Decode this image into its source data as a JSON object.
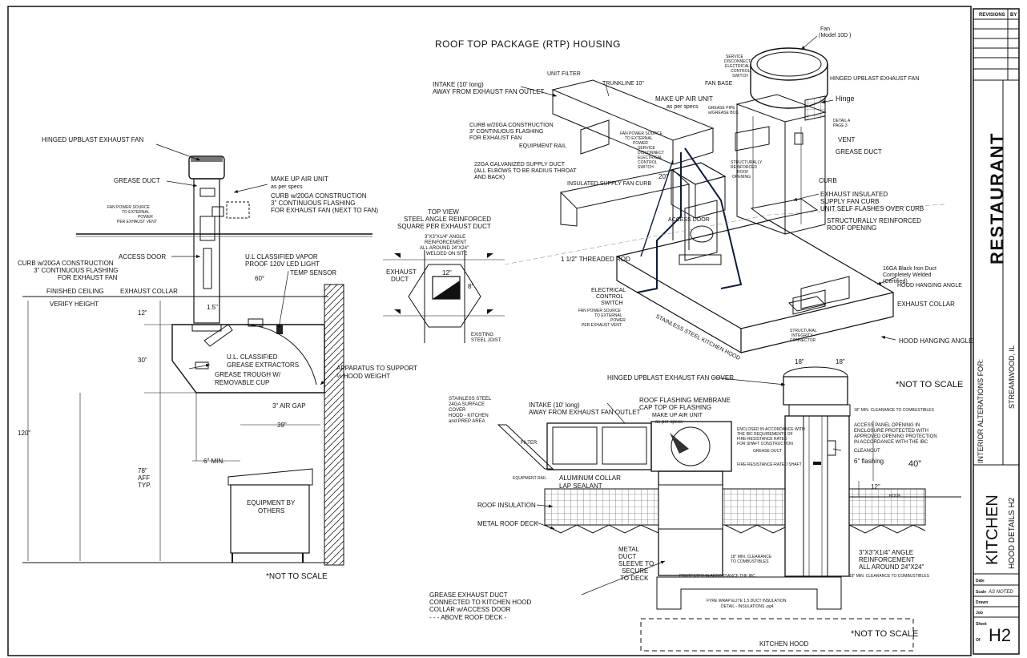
{
  "title_block": {
    "revisions_label": "REVISIONS",
    "by_label": "BY",
    "project_name": "RESTAURANT",
    "project_subtitle": "INTERIOR ALTERATIONS FOR:",
    "location": "STREAMWOOD, IL",
    "sheet_title": "KITCHEN",
    "sheet_subtitle": "HOOD DETAILS H2",
    "date_label": "Date",
    "scale_label": "Scale",
    "scale_value": "AS NOTED",
    "drawn_label": "Drawn",
    "job_label": "Job",
    "sheet_label": "Sheet",
    "of_label": "Of",
    "sheet_number": "H2"
  },
  "left_section": {
    "fan_label": "HINGED UPBLAST EXHAUST FAN",
    "grease_duct": "GREASE DUCT",
    "makeup_air": "MAKE UP AIR UNIT",
    "makeup_air_sub": "as per specs",
    "curb_right_1": "CURB w/20GA CONSTRUCTION",
    "curb_right_2": "3\" CONTINUOUS FLASHING",
    "curb_right_3": "FOR EXHAUST FAN (NEXT TO FAN)",
    "fan_power_1": "FAN POWER SOURCE",
    "fan_power_2": "TO EXTERNAL",
    "fan_power_3": "POWER",
    "fan_power_4": "PER EXHAUST VENT",
    "curb_left_1": "CURB w/20GA CONSTRUCTION",
    "curb_left_2": "3\" CONTINUOUS FLASHING",
    "curb_left_3": "FOR EXHAUST FAN",
    "access_door": "ACCESS DOOR",
    "vapor_light_1": "U.L CLASSIFIED VAPOR",
    "vapor_light_2": "PROOF 120V LED LIGHT",
    "temp_sensor": "TEMP SENSOR",
    "dim_60": "60°",
    "finished_ceiling": "FINISHED CEILING",
    "verify_height": "VERIFY HEIGHT",
    "exhaust_collar": "EXHAUST COLLAR",
    "dim_12": "12\"",
    "dim_15": "1.5\"",
    "dim_30": "30\"",
    "dim_120": "120\"",
    "dim_78_1": "78\"",
    "dim_78_2": "AFF",
    "dim_78_3": "TYP.",
    "grease_extractors_1": "U.L. CLASSIFIED",
    "grease_extractors_2": "GREASE EXTRACTORS",
    "grease_trough_1": "GREASE TROUGH W/",
    "grease_trough_2": "REMOVABLE CUP",
    "apparatus_1": "APPARATUS TO SUPPORT",
    "apparatus_2": "½ HOOD WEIGHT",
    "air_gap": "3\" AIR GAP",
    "dim_39": "39\"",
    "dim_6min": "6\" MIN.",
    "equipment_1": "EQUIPMENT BY",
    "equipment_2": "OTHERS",
    "not_to_scale": "*NOT TO SCALE"
  },
  "top_view": {
    "title_1": "TOP VIEW",
    "title_2": "STEEL ANGLE REINFORCED",
    "title_3": "SQUARE PER EXHAUST DUCT",
    "angle_1": "3\"X3\"X1/4\" ANGLE",
    "angle_2": "REINFORCEMENT",
    "angle_3": "ALL AROUND 24\"X24\"",
    "angle_4": "WELDED ON SITE",
    "exhaust_duct_1": "EXHAUST",
    "exhaust_duct_2": "DUCT",
    "dim_12": "12\"",
    "dim_8": "8\"",
    "existing_1": "EXISTING",
    "existing_2": "STEEL JOIST"
  },
  "rtp_section": {
    "title": "ROOF TOP PACKAGE (RTP) HOUSING",
    "unit_filter": "UNIT FILTER",
    "intake_1": "INTAKE (10' long)",
    "intake_2": "AWAY FROM EXHAUST FAN OUTLET",
    "trunkline": "TRUNKLINE 10\"",
    "makeup_air_1": "MAKE UP AIR UNIT",
    "makeup_air_2": "as per specs",
    "curb_1": "CURB w/20GA CONSTRUCTION",
    "curb_2": "3\" CONTINUOUS FLASHING",
    "curb_3": "FOR EXHAUST FAN",
    "equipment_rail": "EQUIPMENT RAIL",
    "supply_duct_1": "22GA GALVANIZED SUPPLY DUCT",
    "supply_duct_2": "(ALL ELBOWS TO BE RADIUS THROAT",
    "supply_duct_3": "AND BACK)",
    "insulated_supply_curb": "INSULATED SUPPLY FAN CURB",
    "dim_20": "20\"",
    "access_door": "ACCESS DOOR",
    "threaded_rod": "1 1/2\" THREADED ROD",
    "electrical_1": "ELECTRICAL",
    "electrical_2": "CONTROL",
    "electrical_3": "SWITCH",
    "fan_power_1": "FAN POWER SOURCE",
    "fan_power_2": "TO EXTERNAL",
    "fan_power_3": "POWER",
    "fan_power_4": "PER EXHAUST VENT",
    "fan_model_1": "Fan",
    "fan_model_2": "(Model 10D )",
    "service_1": "SERVICE",
    "service_2": "DISCONNECT",
    "service_3": "ELECTRICAL",
    "service_4": "CONTROL",
    "service_5": "SWITCH",
    "fan_base": "FAN BASE",
    "hinged_fan": "HINGED UPBLAST EXHAUST FAN",
    "hinge": "Hinge",
    "grease_pipe_1": "GREASE PIPE",
    "grease_pipe_2": "w/GREASE BOX",
    "detail_1": "DETAIL A",
    "detail_2": "PAGE 3",
    "fan_power_src_1": "FAN POWER SOURCE",
    "fan_power_src_2": "TO EXTERNAL",
    "fan_power_src_3": "POWER",
    "service_disc_1": "SERVICE",
    "service_disc_2": "DISCONNECT",
    "service_disc_3": "ELECTRICAL",
    "service_disc_4": "CONTROL",
    "service_disc_5": "SWITCH",
    "vent": "VENT",
    "grease_duct": "GREASE DUCT",
    "structural_roof_1": "STRUCTURALLY",
    "structural_roof_2": "REINFORCED",
    "structural_roof_3": "ROOF",
    "structural_roof_4": "OPENING",
    "curb": "CURB",
    "exhaust_curb_1": "EXHAUST INSULATED",
    "exhaust_curb_2": "SUPPLY FAN CURB",
    "exhaust_curb_3": "UNIT SELF FLASHES OVER CURB",
    "structural_opening_1": "STRUCTURALLY REINFORCED",
    "structural_opening_2": "ROOF OPENING",
    "iron_duct_1": "16GA Black Iron Duct",
    "iron_duct_2": "Completely Welded",
    "iron_duct_3": "(Certified)",
    "hood_angle_top": "HOOD HANGING ANGLE",
    "exhaust_collar": "EXHAUST COLLAR",
    "hood_angle_bottom": "HOOD HANGING ANGLE",
    "ss_hood": "STAINLESS STEEL KITCHEN HOOD",
    "structural_conn_1": "STRUCTURAL",
    "structural_conn_2": "INTEGRITY",
    "structural_conn_3": "CONNECTOR"
  },
  "bottom_section": {
    "fan_cover": "HINGED UPBLAST EXHAUST FAN COVER",
    "dim_18_left": "18\"",
    "dim_18_right": "18\"",
    "not_to_scale_top": "*NOT TO SCALE",
    "ss_cover_1": "STAINLESS STEEL",
    "ss_cover_2": "24GA SURFACE",
    "ss_cover_3": "COVER",
    "ss_cover_4": "HOOD - KITCHEN",
    "ss_cover_5": "and PREP AREA",
    "intake_1": "INTAKE (10' long)",
    "intake_2": "AWAY FROM EXHAUST FAN OUTLET",
    "roof_membrane_1": "ROOF FLASHING MEMBRANE",
    "roof_membrane_2": "CAP TOP OF FLASHING",
    "roof_membrane_3": "MAKE UP AIR UNIT",
    "roof_membrane_4": "as per specs",
    "clearance_top": "18\" MIN. CLEARANCE TO COMBUSTIBLES",
    "enclosed_1": "ENCLOSED IN ACCORDANCE WITH",
    "enclosed_2": "THE IBC REQUIREMENTS OF",
    "enclosed_3": "FIRE-RESISTANCE RATED",
    "enclosed_4": "FOR SHAFT CONSTRUCTION",
    "access_panel_1": "ACCESS PANEL OPENING IN",
    "access_panel_2": "ENCLOSURE PROTECTED WITH",
    "access_panel_3": "APPROVED OPENING PROTECTION",
    "access_panel_4": "IN ACCORDANCE WITH THE IBC",
    "filter": "FILTER",
    "grease_duct": "GREASE DUCT",
    "cleanout": "CLEANOUT",
    "flashing": "6\" flashing",
    "dim_40": "40\"",
    "fire_shaft": "FIRE-RESISTANCE-RATED SHAFT",
    "equipment_rail": "EQUIPMENT RAIL",
    "aluminum_collar": "ALUMINUM COLLAR",
    "lap_sealant": "LAP SEALANT",
    "dim_12": "12\"",
    "roof": "ROOF",
    "roof_insulation": "ROOF INSULATION",
    "metal_roof_deck": "METAL ROOF DECK",
    "metal_duct_1": "METAL",
    "metal_duct_2": "DUCT",
    "metal_duct_3": "SLEEVE TO",
    "metal_duct_4": "SECURE",
    "metal_duct_5": "TO DECK",
    "clearance_mid": "18\" MIN. CLEARANCE",
    "clearance_mid_2": "TO COMBUSTIBLES",
    "angle_1": "3\"X3\"X1/4\" ANGLE",
    "angle_2": "REINFORCEMENT",
    "angle_3": "ALL AROUND 24\"X24\"",
    "clearance_right": "18\" MIN. CLEARANCE TO COMBUSTIBLES",
    "protected": "PROTECTED IN ACCORDANCE THE IBC",
    "grease_exhaust_1": "GREASE EXHAUST DUCT",
    "grease_exhaust_2": "CONNECTED TO KITCHEN HOOD",
    "grease_exhaust_3": "COLLAR w/ACCESS DOOR",
    "grease_exhaust_4": "-  -  - ABOVE ROOF DECK -",
    "fyre_wrap_1": "FYRE WRAP ELITE 1.5 DUCT INSULATION",
    "fyre_wrap_2": "DETAIL - INSULATIONS .pg4",
    "kitchen_hood": "KITCHEN HOOD",
    "not_to_scale_bottom": "*NOT TO SCALE"
  }
}
